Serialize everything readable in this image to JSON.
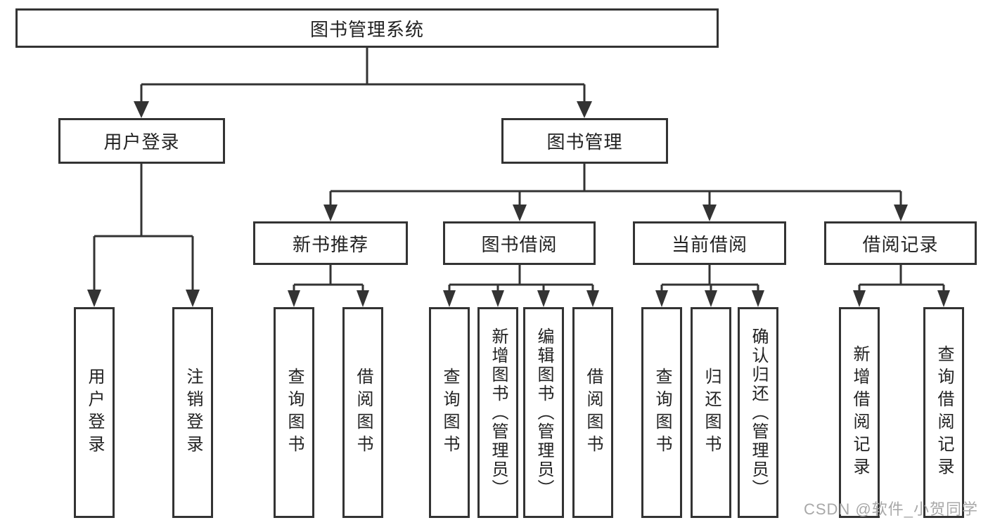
{
  "root": {
    "label": "图书管理系统"
  },
  "branches": [
    {
      "label": "用户登录",
      "children": [
        {
          "label": "用户登录"
        },
        {
          "label": "注销登录"
        }
      ]
    },
    {
      "label": "图书管理",
      "children": [
        {
          "label": "新书推荐",
          "children": [
            {
              "label": "查询图书"
            },
            {
              "label": "借阅图书"
            }
          ]
        },
        {
          "label": "图书借阅",
          "children": [
            {
              "label": "查询图书"
            },
            {
              "label": "新增图书（管理员）"
            },
            {
              "label": "编辑图书（管理员）"
            },
            {
              "label": "借阅图书"
            }
          ]
        },
        {
          "label": "当前借阅",
          "children": [
            {
              "label": "查询图书"
            },
            {
              "label": "归还图书"
            },
            {
              "label": "确认归还（管理员）"
            }
          ]
        },
        {
          "label": "借阅记录",
          "children": [
            {
              "label": "新增借阅记录"
            },
            {
              "label": "查询借阅记录"
            }
          ]
        }
      ]
    }
  ],
  "watermark": {
    "text": "CSDN @软件_小贺同学"
  },
  "colors": {
    "line": "#333333",
    "text": "#222222",
    "background": "#ffffff",
    "watermark": "#a8a8a8"
  }
}
